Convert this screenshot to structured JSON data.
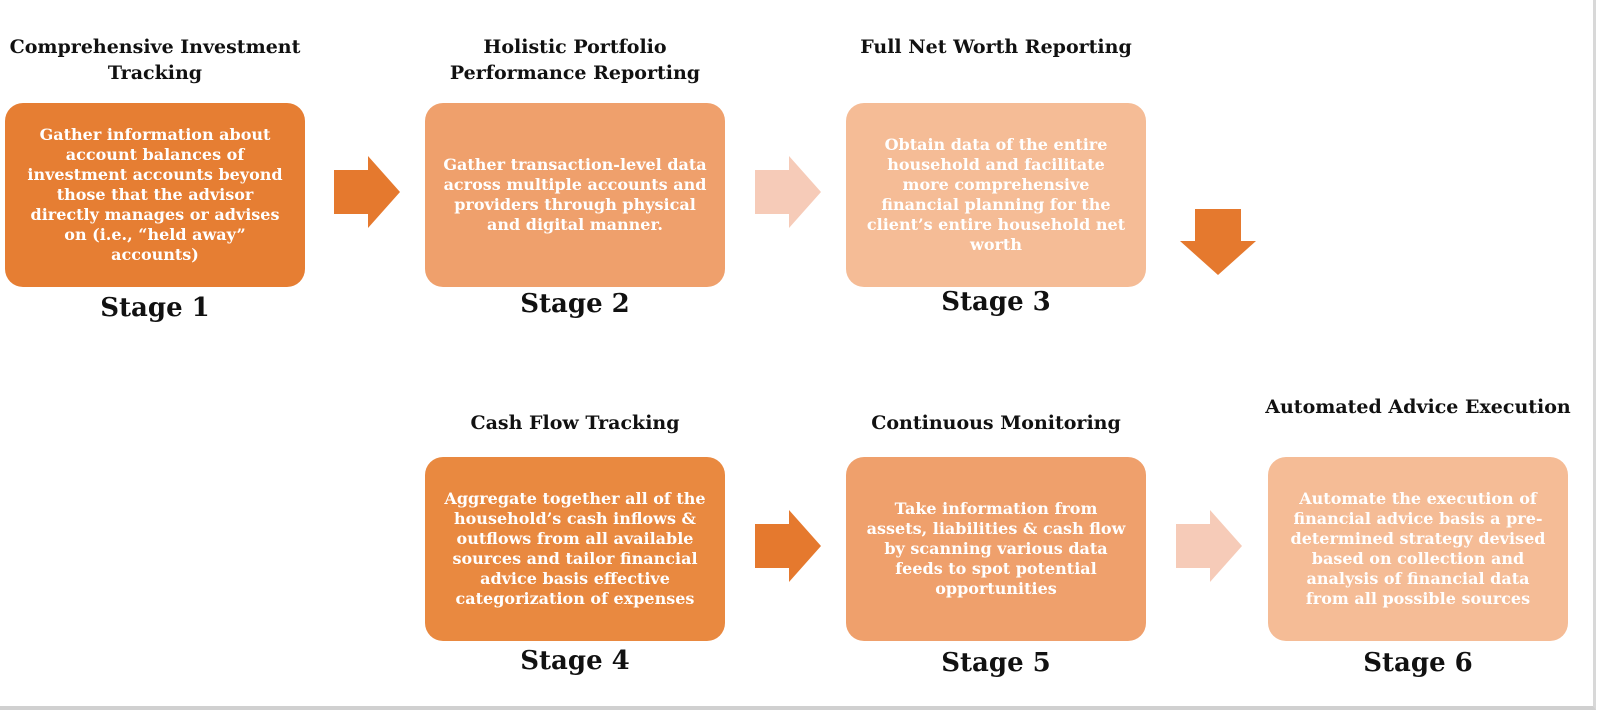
{
  "diagram": {
    "stages": [
      {
        "heading": "Comprehensive Investment Tracking",
        "description": "Gather information about account balances of investment accounts beyond those that the advisor directly manages or advises on (i.e., “held away” accounts)",
        "label": "Stage 1",
        "color": "#E67E33"
      },
      {
        "heading": "Holistic Portfolio Performance Reporting",
        "description": "Gather transaction-level data across multiple accounts and providers through physical and digital manner.",
        "label": "Stage 2",
        "color": "#EFA06C"
      },
      {
        "heading": "Full Net Worth Reporting",
        "description": "Obtain data of the entire household and facilitate more comprehensive financial planning for the client’s entire household net worth",
        "label": "Stage 3",
        "color": "#F5BC96"
      },
      {
        "heading": "Cash Flow Tracking",
        "description": "Aggregate together all of the household’s cash inflows & outflows from all available sources and tailor financial advice basis effective categorization of expenses",
        "label": "Stage 4",
        "color": "#E98940"
      },
      {
        "heading": "Continuous Monitoring",
        "description": "Take information from assets, liabilities & cash flow by scanning various data feeds to spot potential opportunities",
        "label": "Stage 5",
        "color": "#EFA06C"
      },
      {
        "heading": "Automated Advice Execution",
        "description": "Automate the execution of financial advice basis a pre-determined strategy devised based on collection and analysis of financial data from all possible sources",
        "label": "Stage 6",
        "color": "#F5BC96"
      }
    ],
    "arrow_colors": {
      "dark": "#E5792E",
      "light": "#F6CBB8"
    }
  }
}
